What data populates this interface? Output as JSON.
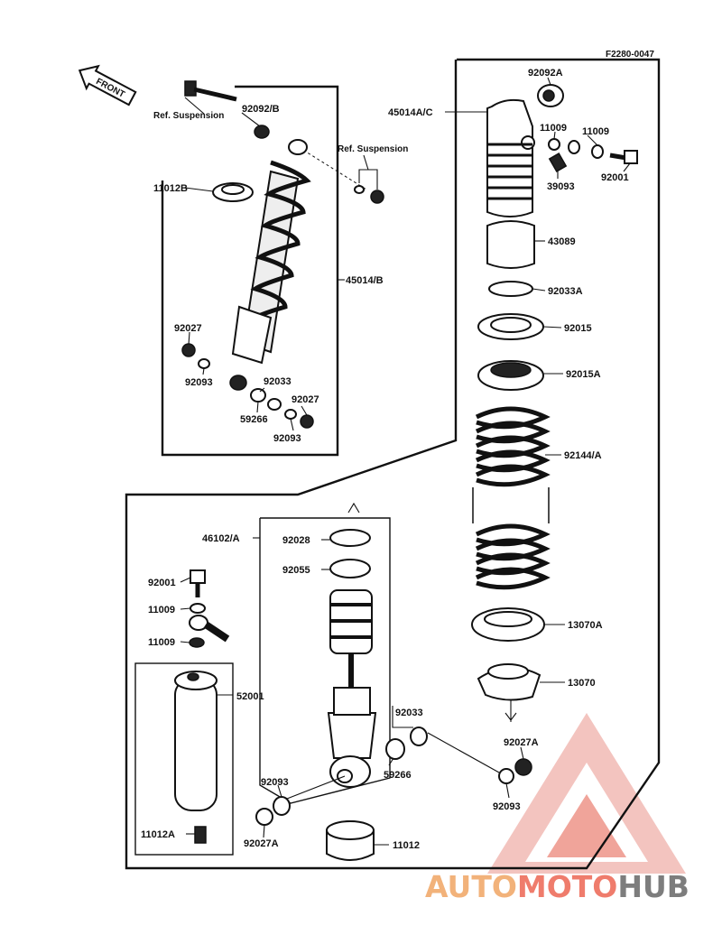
{
  "diagram_code": "F2280-0047",
  "direction_label": "FRONT",
  "ref_suspension": "Ref. Suspension",
  "watermark": {
    "part1": "AUTO",
    "part2": "MOTO",
    "part3": "HUB"
  },
  "labels": {
    "p92092B": "92092/B",
    "p11012B": "11012B",
    "p45014B": "45014/B",
    "p92027_l": "92027",
    "p92093_l": "92093",
    "p92033_l": "92033",
    "p92027_r": "92027",
    "p59266_l": "59266",
    "p92093_r": "92093",
    "p92092A": "92092A",
    "p45014AC": "45014A/C",
    "p11009_a": "11009",
    "p11009_b": "11009",
    "p39093": "39093",
    "p92001_top": "92001",
    "p43089": "43089",
    "p92033A": "92033A",
    "p92015": "92015",
    "p92015A": "92015A",
    "p92144A": "92144/A",
    "p13070A": "13070A",
    "p13070": "13070",
    "p92027A_r": "92027A",
    "p92093_bot": "92093",
    "p46102A": "46102/A",
    "p92028": "92028",
    "p92055": "92055",
    "p92001_left": "92001",
    "p11009_c": "11009",
    "p11009_d": "11009",
    "p52001": "52001",
    "p92033_m": "92033",
    "p59266_m": "59266",
    "p92093_m": "92093",
    "p11012A": "11012A",
    "p92027A_m": "92027A",
    "p11012": "11012"
  }
}
